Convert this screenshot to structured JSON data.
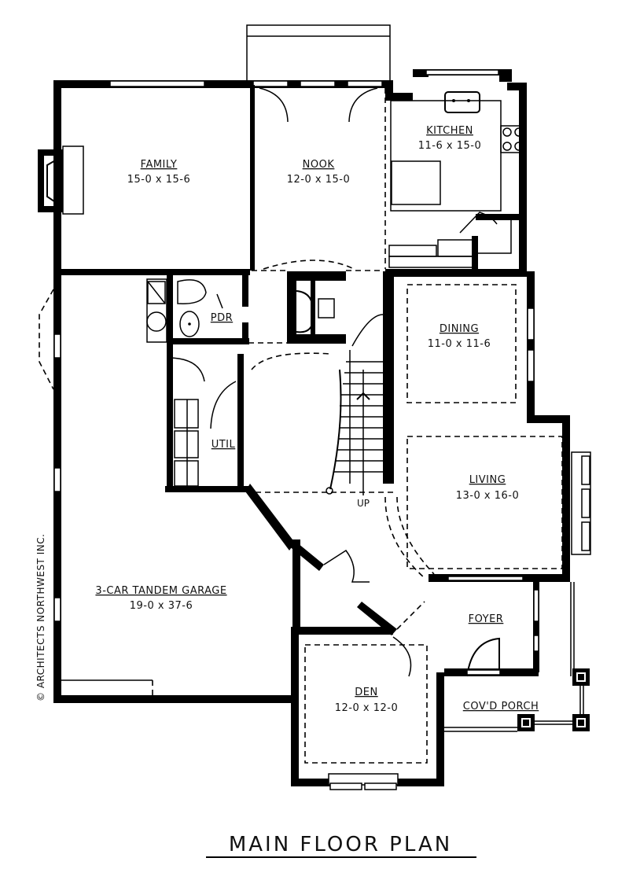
{
  "plan": {
    "title": "MAIN FLOOR PLAN",
    "copyright": "© ARCHITECTS NORTHWEST INC.",
    "rooms": {
      "family": {
        "name": "FAMILY",
        "dims": "15-0 x 15-6"
      },
      "nook": {
        "name": "NOOK",
        "dims": "12-0 x 15-0"
      },
      "kitchen": {
        "name": "KITCHEN",
        "dims": "11-6 x 15-0"
      },
      "pdr": {
        "name": "PDR"
      },
      "dining": {
        "name": "DINING",
        "dims": "11-0 x 11-6"
      },
      "util": {
        "name": "UTIL"
      },
      "living": {
        "name": "LIVING",
        "dims": "13-0 x 16-0"
      },
      "garage": {
        "name": "3-CAR TANDEM GARAGE",
        "dims": "19-0 x 37-6"
      },
      "foyer": {
        "name": "FOYER"
      },
      "den": {
        "name": "DEN",
        "dims": "12-0 x 12-0"
      },
      "porch": {
        "name": "COV'D PORCH"
      }
    },
    "stair_label": "UP"
  }
}
